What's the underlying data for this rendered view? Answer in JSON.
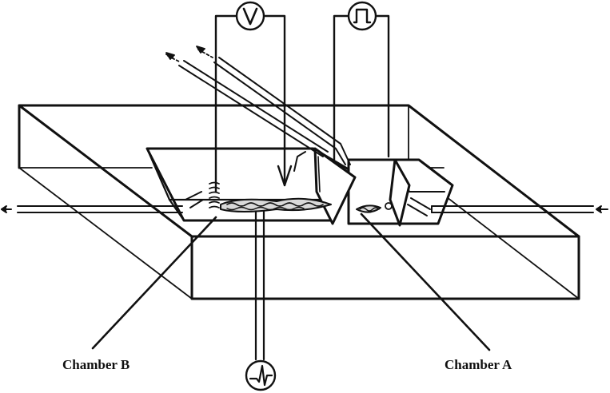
{
  "labels": {
    "chamber_b": "Chamber B",
    "chamber_a": "Chamber A"
  },
  "symbols": {
    "voltmeter": "V",
    "stimulator": "pulse-icon",
    "recorder": "action-potential-icon"
  },
  "colors": {
    "ink": "#111111",
    "background": "#ffffff",
    "nerve_fill": "#d9d9d9"
  }
}
